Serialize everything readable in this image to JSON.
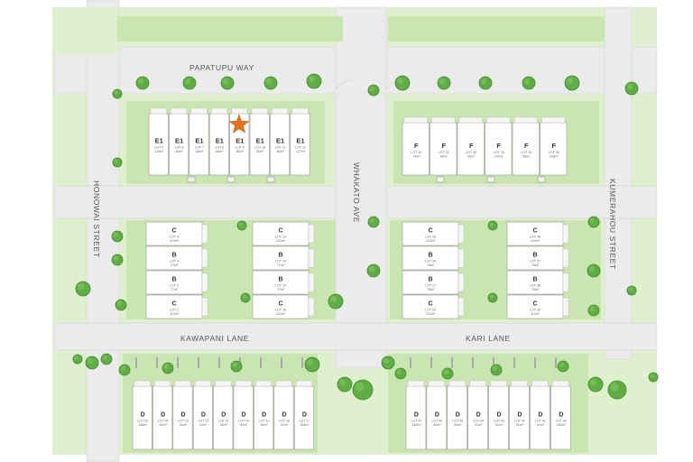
{
  "streets": {
    "papatupu": "PAPATUPU WAY",
    "honowai": "HONOWAI STREET",
    "whakato": "WHAKATO AVE",
    "kumerahou": "KUMERAHOU STREET",
    "kawapani": "KAWAPANI LANE",
    "kari": "KARI LANE"
  },
  "blocks": {
    "e1_row": [
      {
        "type": "E1",
        "lot": "LOT 5",
        "area": "128m²"
      },
      {
        "type": "E1",
        "lot": "LOT 6",
        "area": "80m²"
      },
      {
        "type": "E1",
        "lot": "LOT 7",
        "area": "80m²"
      },
      {
        "type": "E1",
        "lot": "LOT 8",
        "area": "80m²"
      },
      {
        "type": "E1",
        "lot": "LOT 9",
        "area": "80m²",
        "marked": true
      },
      {
        "type": "E1",
        "lot": "LOT 10",
        "area": "80m²"
      },
      {
        "type": "E1",
        "lot": "LOT 11",
        "area": "80m²"
      },
      {
        "type": "E1",
        "lot": "LOT 12",
        "area": "127m²"
      }
    ],
    "f_row": [
      {
        "type": "F",
        "lot": "LOT 30",
        "area": "74m²"
      },
      {
        "type": "F",
        "lot": "LOT 31",
        "area": "96m²"
      },
      {
        "type": "F",
        "lot": "LOT 32",
        "area": "96m²"
      },
      {
        "type": "F",
        "lot": "LOT 33",
        "area": "120m²"
      },
      {
        "type": "F",
        "lot": "LOT 34",
        "area": "96m²"
      },
      {
        "type": "F",
        "lot": "LOT 35",
        "area": "118m²"
      }
    ],
    "c_left_a": [
      {
        "type": "C",
        "lot": "LOT 4",
        "area": "112m²"
      },
      {
        "type": "B",
        "lot": "LOT 3",
        "area": "77m²"
      },
      {
        "type": "B",
        "lot": "LOT 2",
        "area": "77m²"
      },
      {
        "type": "C",
        "lot": "LOT 1",
        "area": "112m²"
      }
    ],
    "c_left_b": [
      {
        "type": "C",
        "lot": "LOT 13",
        "area": "122m²"
      },
      {
        "type": "B",
        "lot": "LOT 14",
        "area": "77m²"
      },
      {
        "type": "B",
        "lot": "LOT 15",
        "area": "77m²"
      },
      {
        "type": "C",
        "lot": "LOT 16",
        "area": "112m²"
      }
    ],
    "c_right_a": [
      {
        "type": "C",
        "lot": "LOT 29",
        "area": "112m²"
      },
      {
        "type": "B",
        "lot": "LOT 28",
        "area": "78m²"
      },
      {
        "type": "B",
        "lot": "LOT 27",
        "area": "78m²"
      },
      {
        "type": "C",
        "lot": "LOT 26",
        "area": "112m²"
      }
    ],
    "c_right_b": [
      {
        "type": "C",
        "lot": "LOT 36",
        "area": "122m²"
      },
      {
        "type": "B",
        "lot": "LOT 37",
        "area": "78m²"
      },
      {
        "type": "B",
        "lot": "LOT 38",
        "area": "78m²"
      },
      {
        "type": "C",
        "lot": "LOT 39",
        "area": "112m²"
      }
    ],
    "d_left": [
      {
        "type": "D",
        "lot": "LOT 25",
        "area": "145m²"
      },
      {
        "type": "D",
        "lot": "LOT 24",
        "area": "92m²"
      },
      {
        "type": "D",
        "lot": "LOT 23",
        "area": "92m²"
      },
      {
        "type": "D",
        "lot": "LOT 22",
        "area": "92m²"
      },
      {
        "type": "D",
        "lot": "LOT 21",
        "area": "92m²"
      },
      {
        "type": "D",
        "lot": "LOT 20",
        "area": "92m²"
      },
      {
        "type": "D",
        "lot": "LOT 19",
        "area": "92m²"
      },
      {
        "type": "D",
        "lot": "LOT 18",
        "area": "92m²"
      },
      {
        "type": "D",
        "lot": "LOT 17",
        "area": "155m²"
      }
    ],
    "d_right": [
      {
        "type": "D",
        "lot": "LOT 47",
        "area": "150m²"
      },
      {
        "type": "D",
        "lot": "LOT 46",
        "area": "92m²"
      },
      {
        "type": "D",
        "lot": "LOT 45",
        "area": "91m²"
      },
      {
        "type": "D",
        "lot": "LOT 44",
        "area": "91m²"
      },
      {
        "type": "D",
        "lot": "LOT 43",
        "area": "91m²"
      },
      {
        "type": "D",
        "lot": "LOT 42",
        "area": "91m²"
      },
      {
        "type": "D",
        "lot": "LOT 41",
        "area": "92m²"
      },
      {
        "type": "D",
        "lot": "LOT 40",
        "area": "150m²"
      }
    ]
  },
  "marker": {
    "icon": "star-icon",
    "color": "#e8731a"
  },
  "colors": {
    "lawn": "#d9efc6",
    "lawn_dark": "#c4e3a8",
    "road": "#ececec",
    "building": "#ffffff",
    "tree": "#5fae43",
    "tree_dark": "#3f8a2e"
  }
}
